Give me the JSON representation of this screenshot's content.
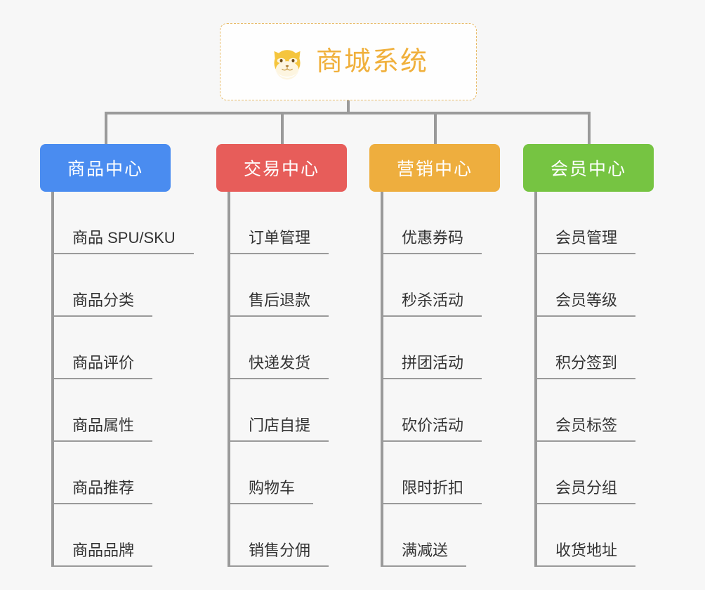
{
  "root": {
    "title": "商城系统",
    "logo_icon": "shiba-dog-icon",
    "title_color": "#f0b03c",
    "border_color": "#e8bc6a"
  },
  "categories": [
    {
      "label": "商品中心",
      "color": "#4a8cf0",
      "items": [
        "商品 SPU/SKU",
        "商品分类",
        "商品评价",
        "商品属性",
        "商品推荐",
        "商品品牌"
      ]
    },
    {
      "label": "交易中心",
      "color": "#e75d5a",
      "items": [
        "订单管理",
        "售后退款",
        "快递发货",
        "门店自提",
        "购物车",
        "销售分佣"
      ]
    },
    {
      "label": "营销中心",
      "color": "#eeae3e",
      "items": [
        "优惠券码",
        "秒杀活动",
        "拼团活动",
        "砍价活动",
        "限时折扣",
        "满减送"
      ]
    },
    {
      "label": "会员中心",
      "color": "#76c442",
      "items": [
        "会员管理",
        "会员等级",
        "积分签到",
        "会员标签",
        "会员分组",
        "收货地址"
      ]
    }
  ],
  "connector_color": "#9a9a9a",
  "background_color": "#f7f7f7"
}
